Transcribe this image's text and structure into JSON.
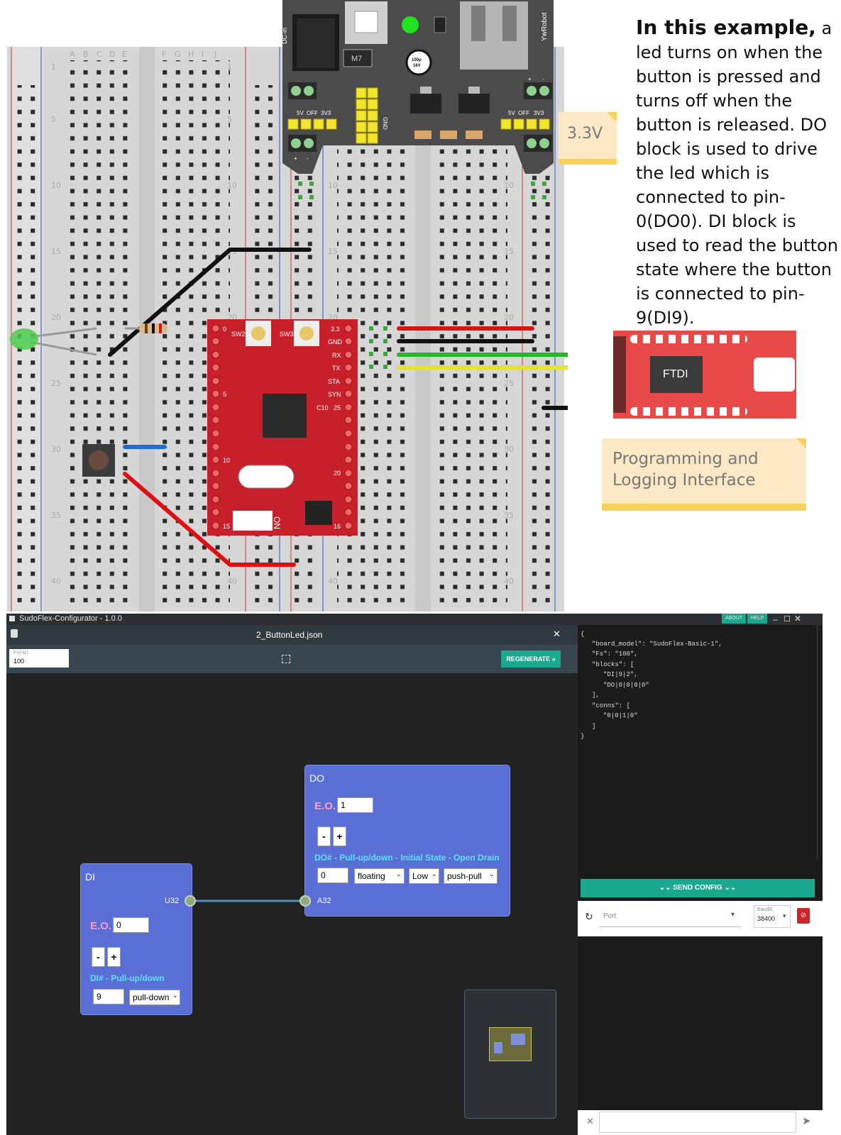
{
  "board": {
    "columns_left": [
      "A",
      "B",
      "C",
      "D",
      "E"
    ],
    "columns_right": [
      "F",
      "G",
      "H",
      "I",
      "J"
    ],
    "row_numbers": [
      "1",
      "5",
      "10",
      "15",
      "20",
      "25",
      "30",
      "35",
      "40"
    ],
    "power_module": {
      "jack_label": "DC-in",
      "inductor_label": "M7",
      "cap_label_1": "100μ",
      "cap_label_2": "16V",
      "brand": "YwRobot",
      "rail_5v": "5V",
      "rail_off": "OFF",
      "rail_3v3": "3V3",
      "gnd": "GND",
      "plus": "+",
      "minus": "-"
    },
    "mcu": {
      "sw2": "SW2",
      "sw3": "SW3",
      "pin_0": "0",
      "pin_5": "5",
      "pin_10": "10",
      "pin_15": "15",
      "pin_16": "16",
      "pin_20": "20",
      "pin_25": "25",
      "labels": [
        "3.3",
        "GND",
        "RX",
        "TX",
        "STA",
        "SYN"
      ],
      "on": "ON",
      "c10": "C10"
    },
    "ftdi_label": "FTDI"
  },
  "notes": {
    "voltage": "3.3V",
    "programming": "Programming and Logging Interface"
  },
  "explanation": {
    "lead": "In this example,",
    "body": " a led turns on when the button is pressed and turns off when the button is released. DO block is used to drive the led which is connected to pin-0(DO0). DI block is used to read the button state where the button is connected to pin-9(DI9)."
  },
  "app": {
    "window_title": "SudoFlex-Configurator - 1.0.0",
    "about": "ABOUT",
    "help": "HELP",
    "tab_title": "2_ButtonLed.json",
    "fs_label": "Fs(Hz)",
    "fs_value": "100",
    "regenerate": "REGENERATE »",
    "config_json": [
      "{",
      "\"board_model\": \"SudoFlex-Basic-1\",",
      "\"Fs\": \"100\",",
      "\"blocks\": [",
      "\"DI|9|2\",",
      "\"DO|0|0|0|0\"",
      "],",
      "\"conns\": [",
      "\"0|0|1|0\"",
      "]",
      "}"
    ],
    "send_config": "SEND CONFIG",
    "port_placeholder": "Port",
    "baud_label": "BaudR.",
    "baud_value": "38400",
    "di_block": {
      "title": "DI",
      "eo_label": "E.O.",
      "eo_value": "0",
      "minus": "-",
      "plus": "+",
      "hint": "DI# - Pull-up/down",
      "pin_value": "9",
      "pull": "pull-down",
      "port": "U32"
    },
    "do_block": {
      "title": "DO",
      "eo_label": "E.O.",
      "eo_value": "1",
      "minus": "-",
      "plus": "+",
      "hint": "DO# - Pull-up/down - Initial State - Open Drain",
      "pin_value": "0",
      "pull": "floating",
      "state": "Low",
      "drain": "push-pull",
      "port": "A32"
    }
  },
  "colors": {
    "breadboard": "#dcdcdc",
    "mcu_red": "#c8202a",
    "ftdi_red": "#e84a4a",
    "block_blue": "#5a6fd6",
    "send_teal": "#1aa88e",
    "note_yellow": "#f8d15c"
  }
}
